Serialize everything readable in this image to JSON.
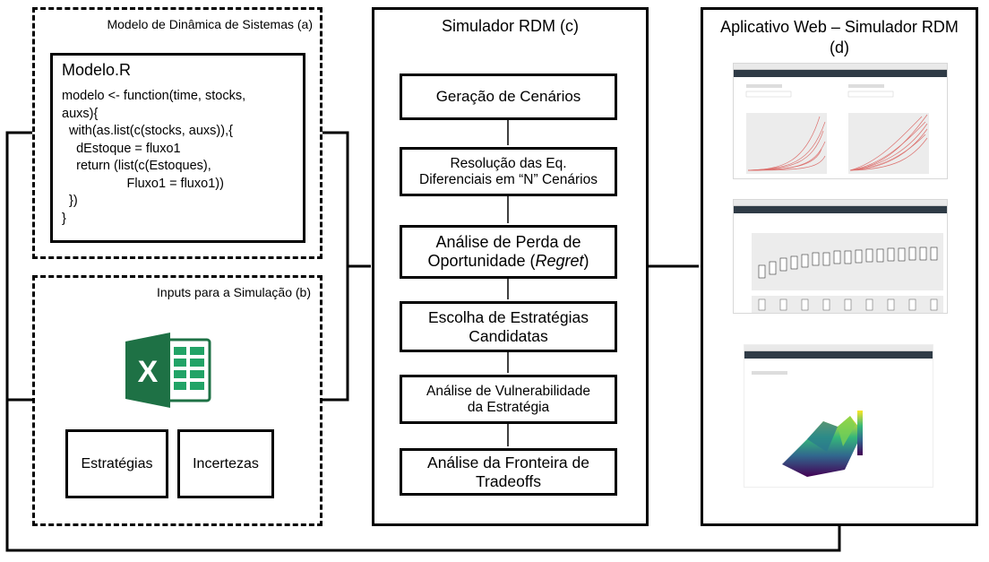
{
  "panel_a": {
    "title": "Modelo de Dinâmica de Sistemas (a)",
    "file_name": "Modelo.R",
    "code": [
      "modelo <- function(time, stocks,",
      "auxs){",
      "  with(as.list(c(stocks, auxs)),{",
      "    dEstoque = fluxo1",
      "    return (list(c(Estoques),",
      "                  Fluxo1 = fluxo1))",
      "  })",
      "}"
    ]
  },
  "panel_b": {
    "title": "Inputs para a Simulação (b)",
    "icon": "excel-icon",
    "boxes": [
      "Estratégias",
      "Incertezas"
    ]
  },
  "panel_c": {
    "title": "Simulador RDM (c)",
    "steps": [
      {
        "line1": "Geração de Cenários",
        "line2": ""
      },
      {
        "line1": "Resolução das Eq.",
        "line2": "Diferenciais em “N” Cenários"
      },
      {
        "line1": "Análise de Perda de",
        "line2_pre": "Oportunidade (",
        "line2_em": "Regret",
        "line2_post": ")"
      },
      {
        "line1": "Escolha de Estratégias",
        "line2": "Candidatas"
      },
      {
        "line1": "Análise de Vulnerabilidade",
        "line2": "da Estratégia"
      },
      {
        "line1": "Análise da Fronteira de",
        "line2": "Tradeoffs"
      }
    ]
  },
  "panel_d": {
    "title_line1": "Aplicativo Web – Simulador RDM",
    "title_line2": "(d)",
    "screenshots": [
      "line-plots-screenshot",
      "boxplot-screenshot",
      "surface-3d-screenshot"
    ]
  },
  "colors": {
    "border": "#000000",
    "excel_green": "#1e7145",
    "excel_light": "#21a366",
    "nav_dark": "#2f3b46",
    "plot_red": "#d9534f"
  }
}
